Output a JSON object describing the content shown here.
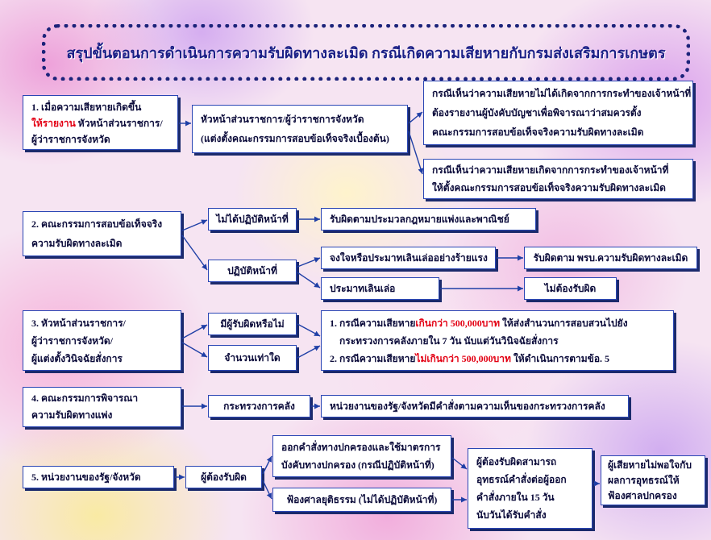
{
  "title": "สรุปขั้นตอนการดำเนินการความรับผิดทางละเมิด กรณีเกิดความเสียหายกับกรมส่งเสริมการเกษตร",
  "colors": {
    "box_border": "#2a46b4",
    "box_shadow": "#1b2a6c",
    "text": "#0b0b3a",
    "highlight": "#e30013",
    "title": "#1a1f86",
    "arrow": "#1f3fa6"
  },
  "step1": {
    "report": {
      "line1": "1. เมื่อความเสียหายเกิดขึ้น",
      "line2_highlight": "ให้รายงาน",
      "line2_rest": " หัวหน้าส่วนราชการ/",
      "line3": "ผู้ว่าราชการจังหวัด"
    },
    "head": {
      "lines": [
        "หัวหน้าส่วนราชการ/ผู้ว่าราชการจังหวัด",
        "(แต่งตั้งคณะกรรมการสอบข้อเท็จจริงเบื้องต้น)"
      ]
    },
    "case_not_by_official": {
      "lines": [
        "กรณีเห็นว่าความเสียหายไม่ได้เกิดจากการกระทำของเจ้าหน้าที่",
        "ต้องรายงานผู้บังคับบัญชาเพื่อพิจารณาว่าสมควรตั้ง",
        "คณะกรรมการสอบข้อเท็จจริงความรับผิดทางละเมิด"
      ]
    },
    "case_by_official": {
      "lines": [
        "กรณีเห็นว่าความเสียหายเกิดจากการกระทำของเจ้าหน้าที่",
        "ให้ตั้งคณะกรรมการสอบข้อเท็จจริงความรับผิดทางละเมิด"
      ]
    }
  },
  "step2": {
    "committee": {
      "lines": [
        "2. คณะกรรมการสอบข้อเท็จจริง",
        "ความรับผิดทางละเมิด"
      ]
    },
    "off_duty": "ไม่ได้ปฏิบัติหน้าที่",
    "civil_code_liability": "รับผิดตามประมวลกฎหมายแพ่งและพาณิชย์",
    "on_duty": "ปฏิบัติหน้าที่",
    "gross_negligence": "จงใจหรือประมาทเลินเล่ออย่างร้ายแรง",
    "tort_act_liability": "รับผิดตาม พรบ.ความรับผิดทางละเมิด",
    "negligence": "ประมาทเลินเล่อ",
    "not_liable": "ไม่ต้องรับผิด"
  },
  "step3": {
    "decider": {
      "lines": [
        "3. หัวหน้าส่วนราชการ/",
        "ผู้ว่าราชการจังหวัด/",
        "ผู้แต่งตั้งวินิจฉัยสั่งการ"
      ]
    },
    "who_liable": "มีผู้รับผิดหรือไม่",
    "how_much": "จำนวนเท่าใด",
    "rules": {
      "rule1_prefix": "1. กรณีความเสียหาย",
      "rule1_highlight": "เกินกว่า 500,000บาท",
      "rule1_suffix": " ให้ส่งสำนวนการสอบสวนไปยัง",
      "rule1_line2": "กระทรวงการคลังภายใน 7 วัน นับแต่วันวินิจฉัยสั่งการ",
      "rule2_prefix": "2. กรณีความเสียหาย",
      "rule2_highlight": "ไม่เกินกว่า 500,000บาท",
      "rule2_suffix": " ให้ดำเนินการตามข้อ. 5"
    }
  },
  "step4": {
    "committee": {
      "lines": [
        "4. คณะกรรมการพิจารณา",
        "ความรับผิดทางแพ่ง"
      ]
    },
    "ministry": "กระทรวงการคลัง",
    "agency_order": "หน่วยงานของรัฐ/จังหวัดมีคำสั่งตามความเห็นของกระทรวงการคลัง"
  },
  "step5": {
    "agency": "5. หน่วยงานของรัฐ/จังหวัด",
    "liable_person": "ผู้ต้องรับผิด",
    "admin_order": {
      "lines": [
        "ออกคำสั่งทางปกครองและใช้มาตรการ",
        "บังคับทางปกครอง (กรณีปฏิบัติหน้าที่)"
      ]
    },
    "sue_court": "ฟ้องศาลยุติธรรม (ไม่ได้ปฏิบัติหน้าที่)",
    "appeal": {
      "lines": [
        "ผู้ต้องรับผิดสามารถ",
        "อุทธรณ์คำสั่งต่อผู้ออก",
        "คำสั่งภายใน 15 วัน",
        "นับวันได้รับคำสั่ง"
      ]
    },
    "admin_court": {
      "lines": [
        "ผู้เสียหายไม่พอใจกับ",
        "ผลการอุทธรณ์ให้",
        "ฟ้องศาลปกครอง"
      ]
    }
  }
}
